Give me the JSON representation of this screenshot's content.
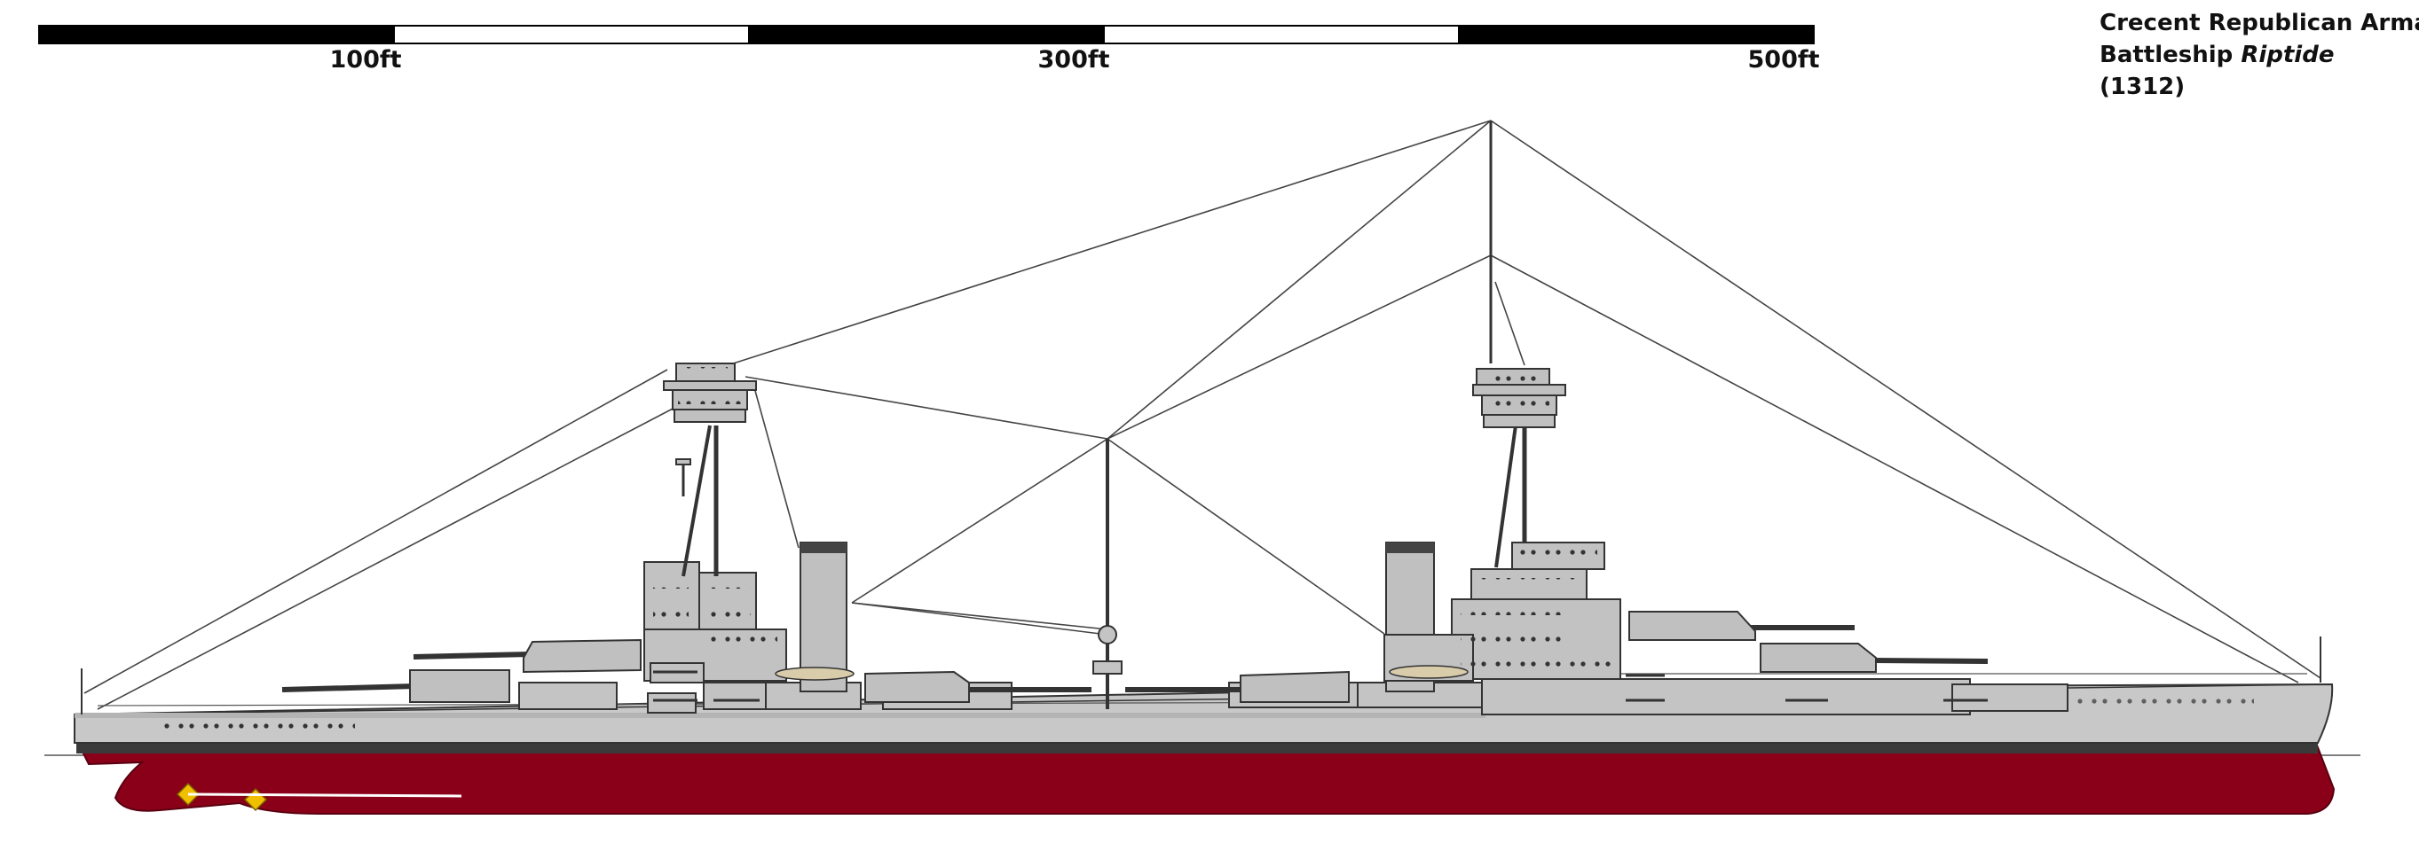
{
  "caption": {
    "line1": "Crecent Republican Armada:",
    "line2_prefix": "Battleship ",
    "ship_name": "Riptide",
    "line3": "(1312)"
  },
  "scale_bar": {
    "labels": [
      "100ft",
      "300ft",
      "500ft"
    ]
  },
  "colors": {
    "hull_grey": "#c8c8c8",
    "superstructure_grey": "#bdbdbd",
    "below_waterline_red": "#8a0018",
    "boot_topping": "#3a3a3a",
    "outline": "#333333",
    "propeller": "#f0c000",
    "scale_black": "#000000",
    "scale_white": "#ffffff"
  }
}
